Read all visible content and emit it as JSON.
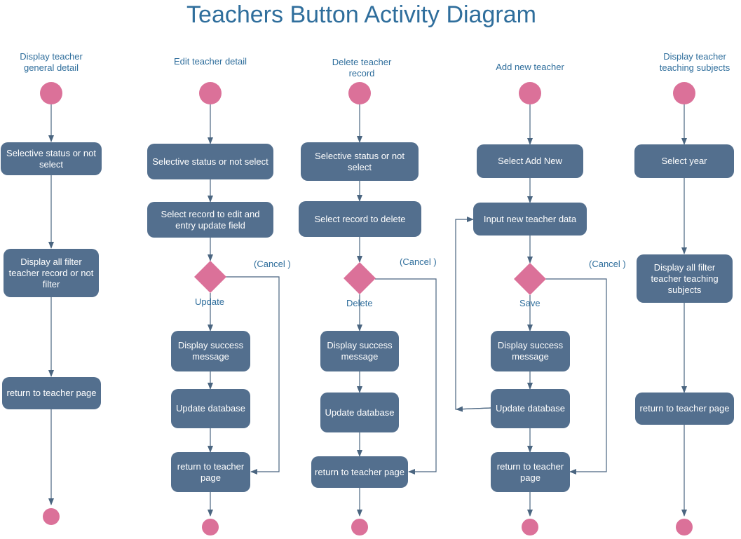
{
  "title": "Teachers Button Activity Diagram",
  "colors": {
    "action": "#536f8e",
    "terminal": "#db7199",
    "decision": "#db7199",
    "edge": "#4a6580",
    "label": "#2f6e9c"
  },
  "lanes": [
    {
      "header": "Display teacher general detail",
      "actions": [
        "Selective status or not select",
        "Display all filter teacher record or not filter",
        "return to teacher page"
      ]
    },
    {
      "header": "Edit teacher detail",
      "actions": [
        "Selective status or not select",
        "Select record to edit and entry update field",
        "Display success message",
        "Update database",
        "return to teacher page"
      ],
      "decision": {
        "yes": "Update",
        "no": "(Cancel )"
      }
    },
    {
      "header": "Delete teacher record",
      "actions": [
        "Selective status or not select",
        "Select record to delete",
        "Display success message",
        "Update database",
        "return to teacher page"
      ],
      "decision": {
        "yes": "Delete",
        "no": "(Cancel )"
      }
    },
    {
      "header": "Add new teacher",
      "actions": [
        "Select Add New",
        "Input new teacher data",
        "Display success message",
        "Update database",
        "return to teacher page"
      ],
      "decision": {
        "yes": "Save",
        "no": "(Cancel )"
      }
    },
    {
      "header": "Display teacher teaching subjects",
      "actions": [
        "Select year",
        "Display all filter teacher teaching subjects",
        "return to teacher page"
      ]
    }
  ]
}
